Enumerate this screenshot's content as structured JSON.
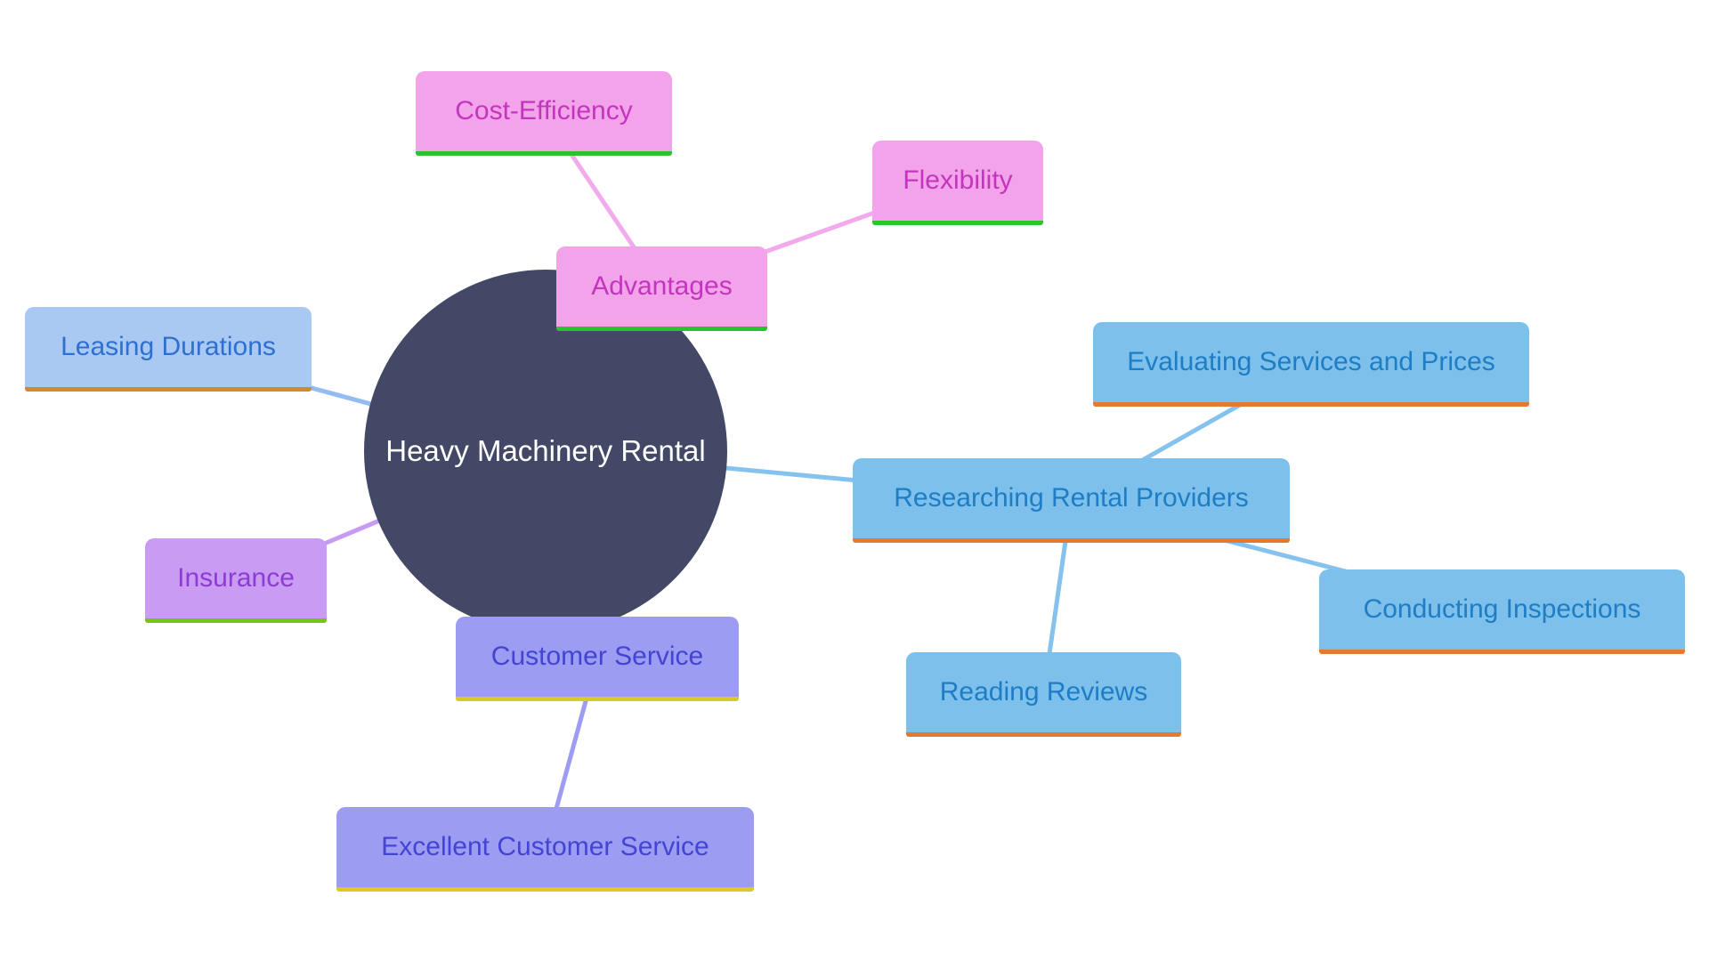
{
  "diagram": {
    "type": "mindmap",
    "background": "#ffffff"
  },
  "center": {
    "id": "center",
    "label": "Heavy Machinery Rental"
  },
  "colors": {
    "center": {
      "fill": "#424866",
      "text": "#ffffff"
    },
    "pink": {
      "fill": "#f2a3ea",
      "text": "#c435be",
      "underline": "#28c42e",
      "line": "#f2aaec"
    },
    "skyblue": {
      "fill": "#7cc0eb",
      "text": "#1e7dc4",
      "underline": "#e5792f",
      "line": "#85c3ee"
    },
    "lightblue": {
      "fill": "#a9c9f2",
      "text": "#2e70d2",
      "underline": "#d1882f",
      "line": "#93bcf2"
    },
    "purple": {
      "fill": "#c99bf2",
      "text": "#8c3bd5",
      "underline": "#77c414",
      "line": "#c89bf2"
    },
    "periwinkle": {
      "fill": "#9c9df2",
      "text": "#4444d2",
      "underline": "#d8cb28",
      "line": "#9c9df2"
    }
  },
  "nodes": [
    {
      "id": "cost-efficiency",
      "label": "Cost-Efficiency",
      "family": "pink"
    },
    {
      "id": "flexibility",
      "label": "Flexibility",
      "family": "pink"
    },
    {
      "id": "advantages",
      "label": "Advantages",
      "family": "pink"
    },
    {
      "id": "leasing-durations",
      "label": "Leasing Durations",
      "family": "lightblue"
    },
    {
      "id": "insurance",
      "label": "Insurance",
      "family": "purple"
    },
    {
      "id": "customer-service",
      "label": "Customer Service",
      "family": "periwinkle"
    },
    {
      "id": "excellent-customer-service",
      "label": "Excellent Customer Service",
      "family": "periwinkle"
    },
    {
      "id": "researching-rental-providers",
      "label": "Researching Rental Providers",
      "family": "skyblue"
    },
    {
      "id": "evaluating-services-and-prices",
      "label": "Evaluating Services and Prices",
      "family": "skyblue"
    },
    {
      "id": "conducting-inspections",
      "label": "Conducting Inspections",
      "family": "skyblue"
    },
    {
      "id": "reading-reviews",
      "label": "Reading Reviews",
      "family": "skyblue"
    }
  ],
  "edges": [
    {
      "from": "center",
      "to": "advantages",
      "family": "pink"
    },
    {
      "from": "advantages",
      "to": "cost-efficiency",
      "family": "pink"
    },
    {
      "from": "advantages",
      "to": "flexibility",
      "family": "pink"
    },
    {
      "from": "center",
      "to": "leasing-durations",
      "family": "lightblue"
    },
    {
      "from": "center",
      "to": "insurance",
      "family": "purple"
    },
    {
      "from": "center",
      "to": "customer-service",
      "family": "periwinkle"
    },
    {
      "from": "customer-service",
      "to": "excellent-customer-service",
      "family": "periwinkle"
    },
    {
      "from": "center",
      "to": "researching-rental-providers",
      "family": "skyblue"
    },
    {
      "from": "researching-rental-providers",
      "to": "evaluating-services-and-prices",
      "family": "skyblue"
    },
    {
      "from": "researching-rental-providers",
      "to": "conducting-inspections",
      "family": "skyblue"
    },
    {
      "from": "researching-rental-providers",
      "to": "reading-reviews",
      "family": "skyblue"
    }
  ]
}
